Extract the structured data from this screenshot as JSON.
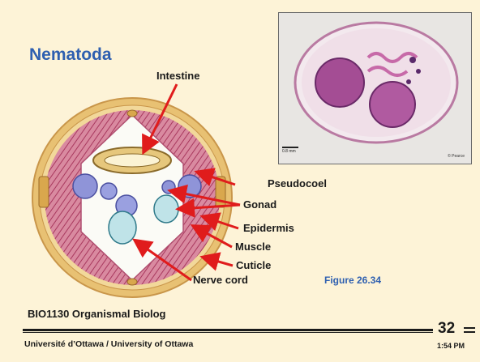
{
  "title": "Nematoda",
  "labels": {
    "intestine": "Intestine",
    "pseudocoel": "Pseudocoel",
    "gonad": "Gonad",
    "epidermis": "Epidermis",
    "muscle": "Muscle",
    "cuticle": "Cuticle",
    "nerve_cord": "Nerve cord"
  },
  "figure_caption": "Figure 26.34",
  "course": "BIO1130 Organismal Biolog",
  "university": "Université d’Ottawa / University of Ottawa",
  "page_number": "32",
  "time": "1:54 PM",
  "photo": {
    "scale_label": "0.8 mm",
    "credit": "© Pearce"
  },
  "colors": {
    "title": "#2e5fb0",
    "arrow": "#e01c1c",
    "background": "#fdf3d7"
  }
}
